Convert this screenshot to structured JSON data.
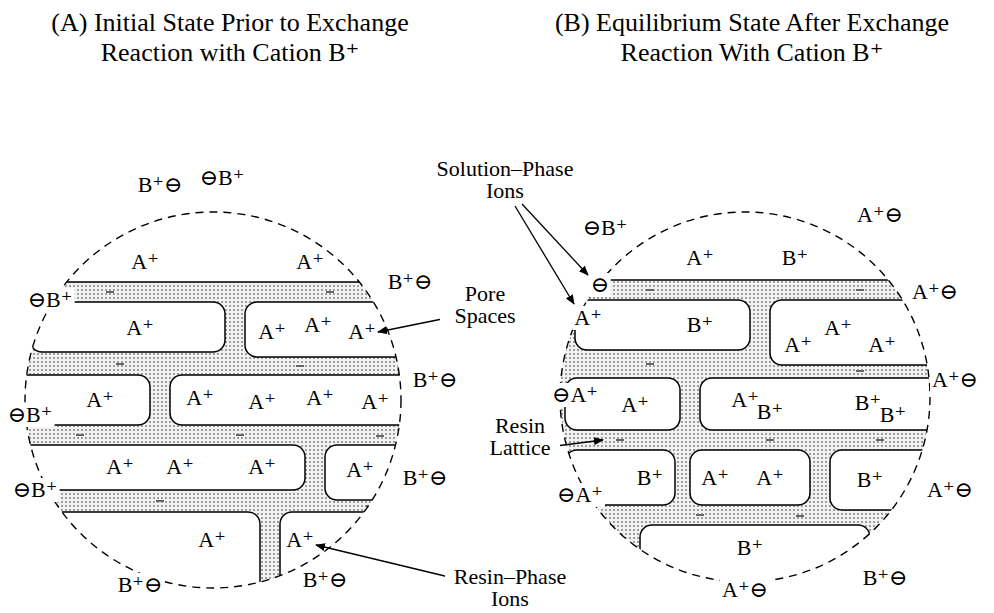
{
  "diagram": {
    "nodes": [
      {
        "text": [
          "(A) Initial State Prior to Exchange Reaction with Cation B⁺",
          "A⁺",
          "A⁺",
          "A⁺",
          "A⁺",
          "A⁺",
          "A⁺",
          "A⁺",
          "A⁺",
          "A⁺",
          "A⁺",
          "A⁺",
          "A⁺",
          "A⁺",
          "A⁺",
          "A⁺",
          "A⁺",
          "A⁺"
        ]
      },
      {
        "text": [
          "(B) Equilibrium State After Exchange Reaction With Cation B⁺",
          "A⁺",
          "B⁺",
          "B⁺",
          "A⁺",
          "A⁺",
          "A⁺",
          "A⁺",
          "A⁺",
          "B⁺",
          "B⁺",
          "B⁺",
          "B⁺",
          "A⁺",
          "A⁺",
          "B⁺",
          "B⁺"
        ]
      }
    ],
    "labels": [
      "B⁺⊖",
      "⊖B⁺",
      "⊖B⁺",
      "B⁺⊖",
      "B⁺⊖",
      "⊖B⁺",
      "⊖B⁺",
      "B⁺⊖",
      "B⁺⊖",
      "B⁺⊖",
      "Solution–Phase Ions",
      "Pore Spaces",
      "Resin Lattice",
      "Resin–Phase Ions",
      "⊖B⁺",
      "⊖",
      "A⁺",
      "A⁺⊖",
      "A⁺⊖",
      "A⁺⊖",
      "⊖A⁺",
      "⊖A⁺",
      "A⁺⊖",
      "B⁺⊖",
      "A⁺⊖"
    ]
  }
}
